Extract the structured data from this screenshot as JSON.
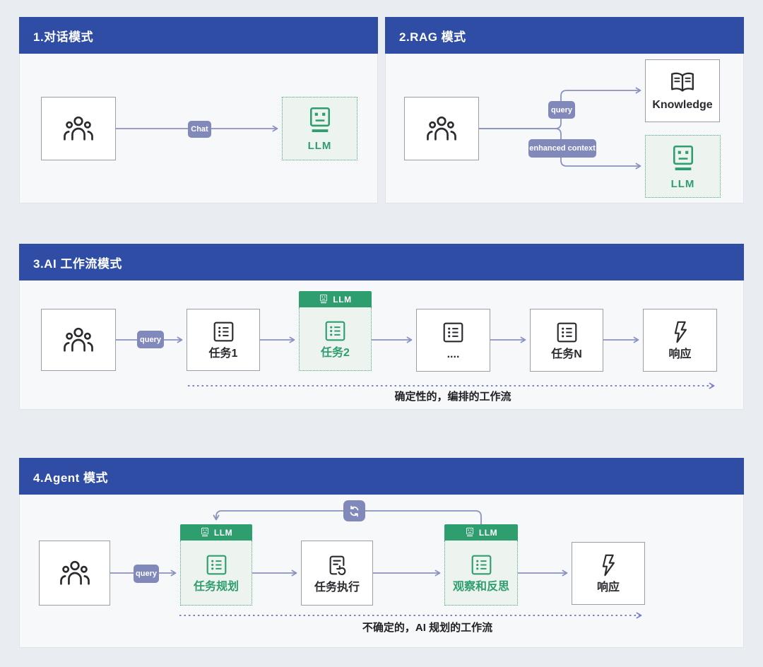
{
  "colors": {
    "header_blue": "#2F4DA4",
    "page_bg": "#E9EDF2",
    "panel_bg": "#F7F8F9",
    "panel_border": "#E0E3E8",
    "slate": "#8189BA",
    "line": "#8A92C0",
    "dash": "#7D83CB",
    "green": "#2E9E6E",
    "green_bg": "#EDF3EF",
    "green_border": "#46A77E",
    "dark": "#2A2A2F",
    "box_border": "#9A9EA6"
  },
  "panels": [
    {
      "title": "1.对话模式",
      "edges": {
        "chat": "Chat"
      },
      "nodes": {
        "llm": "LLM"
      }
    },
    {
      "title": "2.RAG 模式",
      "edges": {
        "query": "query",
        "enhanced": "enhanced context"
      },
      "nodes": {
        "knowledge": "Knowledge",
        "llm": "LLM"
      }
    },
    {
      "title": "3.AI 工作流模式",
      "edges": {
        "query": "query"
      },
      "llm_tab": "LLM",
      "nodes": {
        "task1": "任务1",
        "task2": "任务2",
        "dots": "....",
        "taskN": "任务N",
        "response": "响应"
      },
      "caption": "确定性的，编排的工作流"
    },
    {
      "title": "4.Agent 模式",
      "edges": {
        "query": "query"
      },
      "llm_tab": "LLM",
      "nodes": {
        "plan": "任务规划",
        "execute": "任务执行",
        "reflect": "观察和反思",
        "response": "响应"
      },
      "caption": "不确定的，AI 规划的工作流"
    }
  ]
}
